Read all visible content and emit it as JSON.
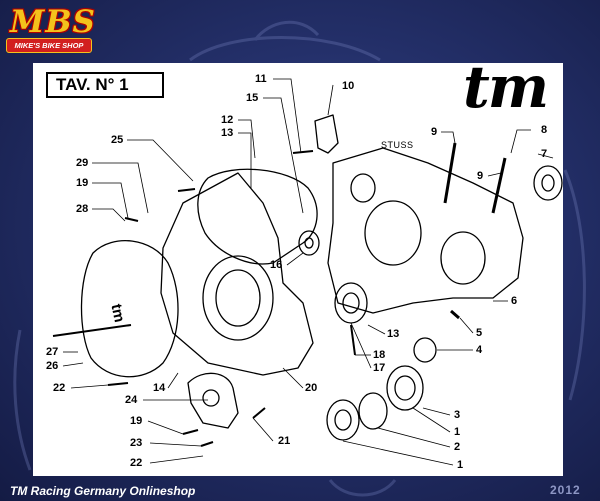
{
  "logo": {
    "mark": "MBS",
    "subtitle": "MIKE'S BIKE SHOP"
  },
  "diagram": {
    "table_title": "TAV.  N° 1",
    "brand": "tm",
    "stuss": "STUSS",
    "parts": [
      {
        "id": "p11",
        "label": "11"
      },
      {
        "id": "p10",
        "label": "10"
      },
      {
        "id": "p15",
        "label": "15"
      },
      {
        "id": "p12",
        "label": "12"
      },
      {
        "id": "p13a",
        "label": "13"
      },
      {
        "id": "p25",
        "label": "25"
      },
      {
        "id": "p9a",
        "label": "9"
      },
      {
        "id": "p8",
        "label": "8"
      },
      {
        "id": "p7",
        "label": "7"
      },
      {
        "id": "p9b",
        "label": "9"
      },
      {
        "id": "p29",
        "label": "29"
      },
      {
        "id": "p19a",
        "label": "19"
      },
      {
        "id": "p28",
        "label": "28"
      },
      {
        "id": "p16",
        "label": "16"
      },
      {
        "id": "p6",
        "label": "6"
      },
      {
        "id": "p5",
        "label": "5"
      },
      {
        "id": "p13b",
        "label": "13"
      },
      {
        "id": "p4",
        "label": "4"
      },
      {
        "id": "p27",
        "label": "27"
      },
      {
        "id": "p26",
        "label": "26"
      },
      {
        "id": "p18",
        "label": "18"
      },
      {
        "id": "p17",
        "label": "17"
      },
      {
        "id": "p22a",
        "label": "22"
      },
      {
        "id": "p14",
        "label": "14"
      },
      {
        "id": "p20",
        "label": "20"
      },
      {
        "id": "p3",
        "label": "3"
      },
      {
        "id": "p24",
        "label": "24"
      },
      {
        "id": "p1a",
        "label": "1"
      },
      {
        "id": "p19b",
        "label": "19"
      },
      {
        "id": "p21",
        "label": "21"
      },
      {
        "id": "p2",
        "label": "2"
      },
      {
        "id": "p23",
        "label": "23"
      },
      {
        "id": "p22b",
        "label": "22"
      },
      {
        "id": "p1b",
        "label": "1"
      }
    ]
  },
  "footer": {
    "shop": "TM Racing Germany  Onlineshop",
    "year": "2012"
  },
  "colors": {
    "logo_yellow": "#f4c21c",
    "logo_red": "#d21f1f",
    "page_bg": "#24306a"
  }
}
